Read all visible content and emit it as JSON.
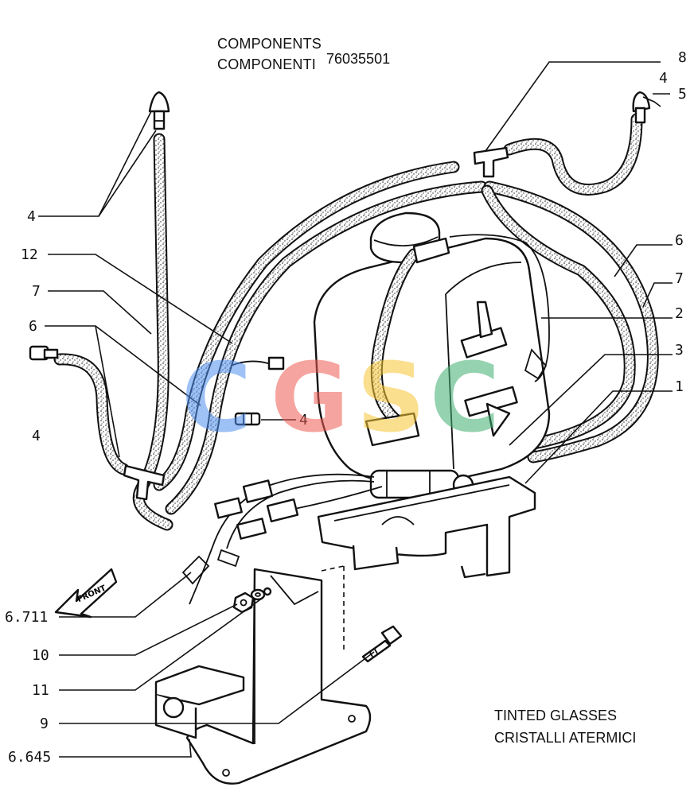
{
  "header": {
    "line1": "COMPONENTS",
    "line2": "COMPONENTI",
    "part_number": "76035501"
  },
  "note": {
    "line1": "TINTED GLASSES",
    "line2": "CRISTALLI ATERMICI"
  },
  "watermark": {
    "letters": [
      "C",
      "G",
      "S",
      "C"
    ],
    "colors": [
      "#4f8ff0",
      "#ef5a52",
      "#f6c534",
      "#3fae6e"
    ]
  },
  "callouts": {
    "c8": "8",
    "c4_top_right": "4",
    "c5": "5",
    "c4_top_left": "4",
    "c12": "12",
    "c7_left": "7",
    "c6_left": "6",
    "c6_right": "6",
    "c7_right": "7",
    "c2": "2",
    "c3": "3",
    "c1": "1",
    "c4_nozzle_left": "4",
    "c4_center": "4",
    "c6711": "6.711",
    "c10": "10",
    "c11": "11",
    "c9": "9",
    "c6645": "6.645"
  },
  "front_arrow": {
    "label": "FRONT"
  }
}
